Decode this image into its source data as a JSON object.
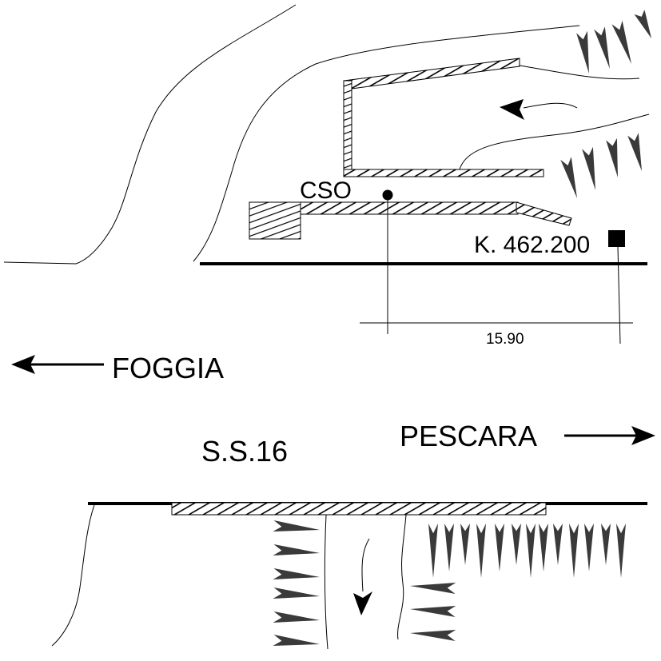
{
  "labels": {
    "cso": "CSO",
    "km": "K. 462.200",
    "distance": "15.90",
    "west": "FOGGIA",
    "east": "PESCARA",
    "road": "S.S.16"
  },
  "colors": {
    "ink": "#000000",
    "fish": "#3a3a3a",
    "background": "#ffffff"
  },
  "icons": {
    "cso_marker": "filled-circle",
    "km_marker": "filled-square",
    "flow": "arrow",
    "direction": "arrow",
    "vegetation": "fish-shaped-marker"
  }
}
